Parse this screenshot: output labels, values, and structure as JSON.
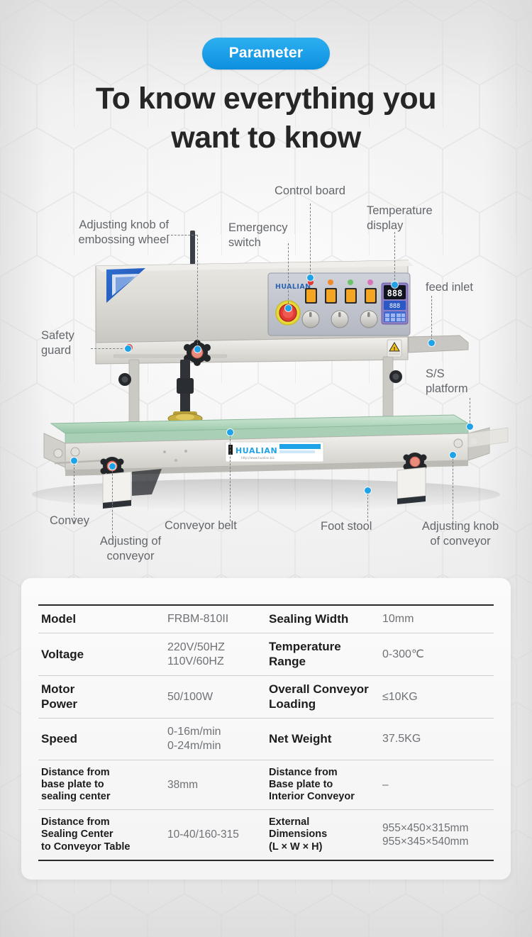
{
  "header": {
    "badge_label": "Parameter",
    "headline_line1": "To know everything you",
    "headline_line2": "want to know",
    "badge_color": "#1da0e8",
    "headline_color": "#262626"
  },
  "diagram": {
    "product_brand": "HUALIAN",
    "temperature_display_value": "888",
    "accent_dot_color": "#1ea2e8",
    "leader_color": "#7b7e83",
    "callouts": [
      {
        "id": "adjusting-knob-embossing-wheel",
        "label": "Adjusting knob of\nembossing wheel"
      },
      {
        "id": "control-board",
        "label": "Control board"
      },
      {
        "id": "emergency-switch",
        "label": "Emergency\nswitch"
      },
      {
        "id": "temperature-display",
        "label": "Temperature\ndisplay"
      },
      {
        "id": "feed-inlet",
        "label": "feed inlet"
      },
      {
        "id": "safety-guard",
        "label": "Safety\nguard"
      },
      {
        "id": "ss-platform",
        "label": "S/S\nplatform"
      },
      {
        "id": "convey",
        "label": "Convey"
      },
      {
        "id": "adjusting-of-conveyor",
        "label": "Adjusting of\nconveyor"
      },
      {
        "id": "conveyor-belt",
        "label": "Conveyor belt"
      },
      {
        "id": "foot-stool",
        "label": "Foot stool"
      },
      {
        "id": "adjusting-knob-of-conveyor",
        "label": "Adjusting knob\nof conveyor"
      }
    ]
  },
  "spec_table": {
    "rows": [
      {
        "key_left": "Model",
        "value_left": "FRBM-810II",
        "key_right": "Sealing Width",
        "value_right": "10mm"
      },
      {
        "key_left": "Voltage",
        "value_left": "220V/50HZ\n110V/60HZ",
        "key_right": "Temperature\nRange",
        "value_right": "0-300℃"
      },
      {
        "key_left": "Motor\nPower",
        "value_left": "50/100W",
        "key_right": "Overall Conveyor\nLoading",
        "value_right": "≤10KG"
      },
      {
        "key_left": "Speed",
        "value_left": "0-16m/min\n0-24m/min",
        "key_right": "Net Weight",
        "value_right": "37.5KG"
      },
      {
        "key_left": "Distance from\nbase plate to\nsealing center",
        "value_left": "38mm",
        "key_right": "Distance from\nBase plate to\nInterior Conveyor",
        "value_right": "–"
      },
      {
        "key_left": "Distance from\nSealing Center\nto Conveyor Table",
        "value_left": "10-40/160-315",
        "key_right": "External\nDimensions\n(L × W × H)",
        "value_right": "955×450×315mm\n955×345×540mm"
      }
    ]
  }
}
